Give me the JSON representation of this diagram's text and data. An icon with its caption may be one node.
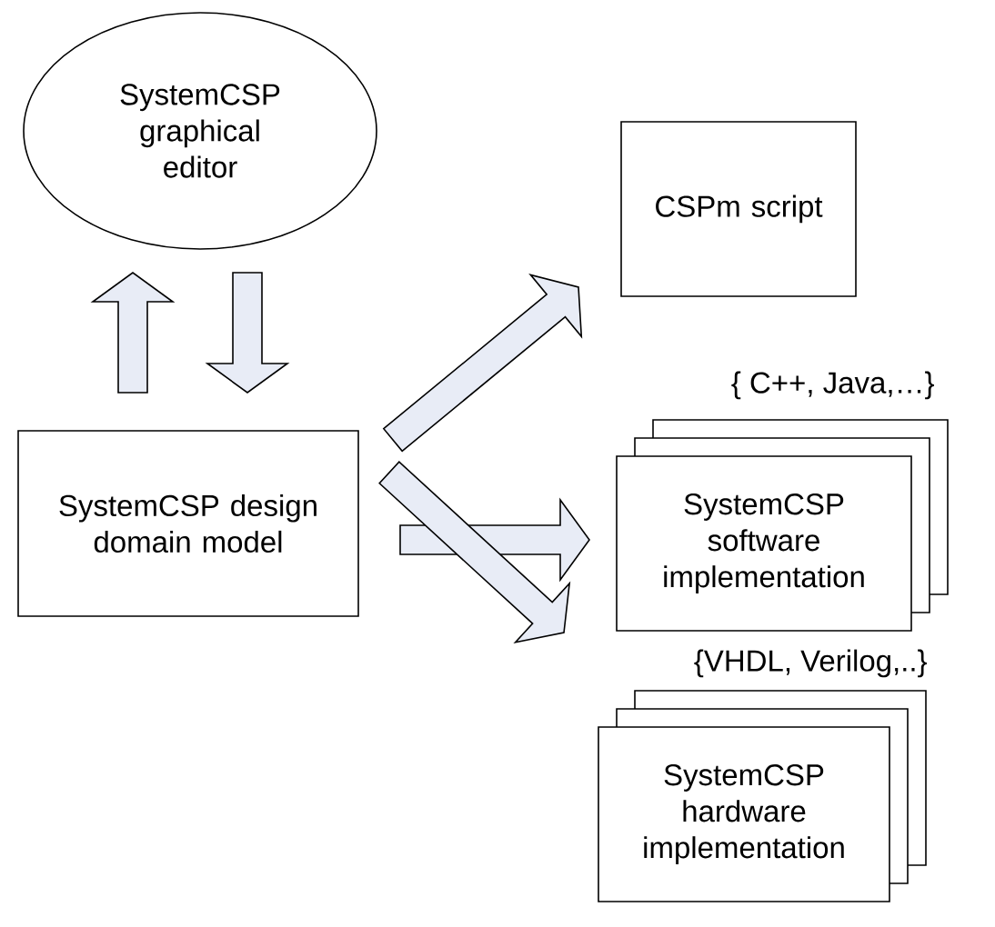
{
  "diagram": {
    "nodes": [
      {
        "text": [
          "SystemCSP graphical editor"
        ]
      },
      {
        "text": [
          "SystemCSP design domain model"
        ]
      },
      {
        "text": [
          "CSPm script"
        ]
      },
      {
        "text": [
          "SystemCSP software implementation"
        ],
        "beside": [
          "{ C++, Java,…}"
        ]
      },
      {
        "text": [
          "SystemCSP hardware implementation"
        ],
        "beside": [
          "{VHDL, Verilog,..}"
        ]
      }
    ],
    "edges": [
      {
        "from": 1,
        "to": 0,
        "arrow": "to"
      },
      {
        "from": 0,
        "to": 1,
        "arrow": "to"
      },
      {
        "from": 1,
        "to": 2,
        "arrow": "to"
      },
      {
        "from": 1,
        "to": 3,
        "arrow": "to"
      },
      {
        "from": 1,
        "to": 4,
        "arrow": "to"
      }
    ]
  }
}
